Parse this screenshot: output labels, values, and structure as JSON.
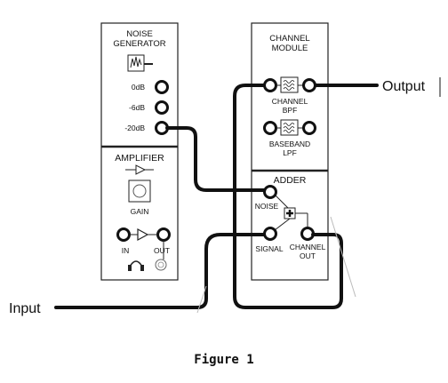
{
  "noise_generator": {
    "title_line1": "NOISE",
    "title_line2": "GENERATOR",
    "outputs": [
      "0dB",
      "-6dB",
      "-20dB"
    ]
  },
  "amplifier": {
    "title": "AMPLIFIER",
    "gain_label": "GAIN",
    "in_label": "IN",
    "out_label": "OUT"
  },
  "channel_module": {
    "title_line1": "CHANNEL",
    "title_line2": "MODULE",
    "bpf_line1": "CHANNEL",
    "bpf_line2": "BPF",
    "lpf_line1": "BASEBAND",
    "lpf_line2": "LPF"
  },
  "adder": {
    "title": "ADDER",
    "noise_label": "NOISE",
    "signal_label": "SIGNAL",
    "channel_out_line1": "CHANNEL",
    "channel_out_line2": "OUT"
  },
  "external": {
    "input_label": "Input",
    "output_label": "Output"
  },
  "caption": "Figure 1"
}
